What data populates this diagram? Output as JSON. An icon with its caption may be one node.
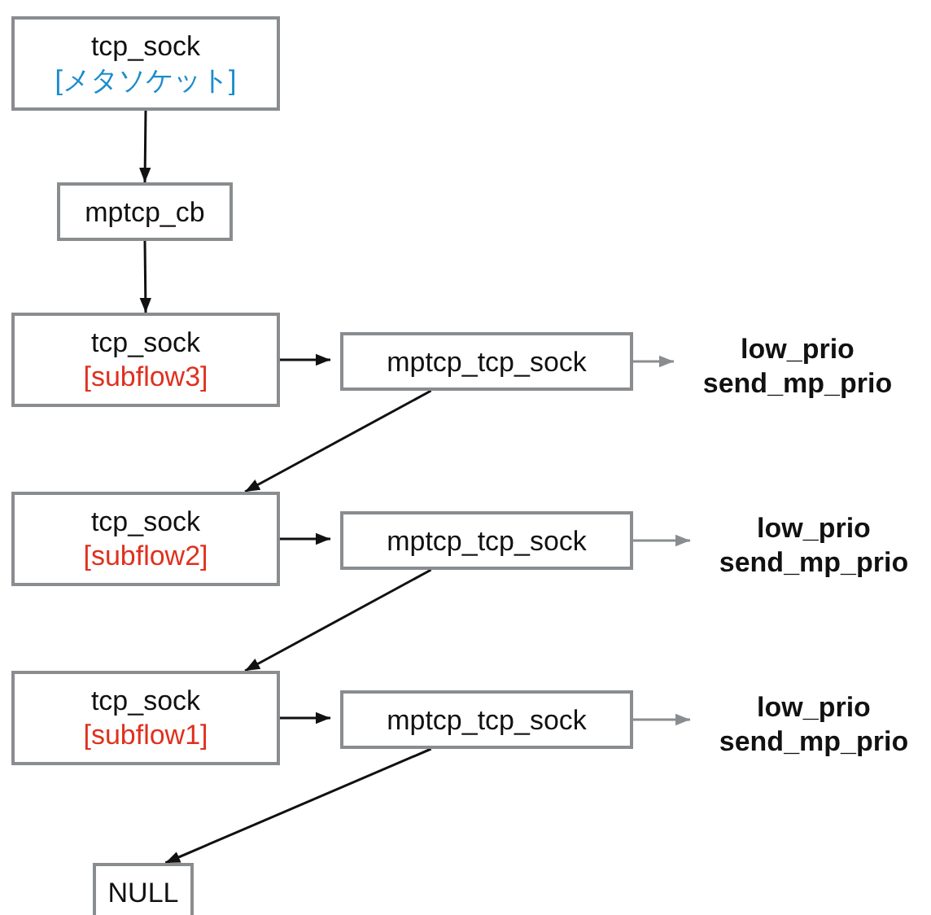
{
  "diagram": {
    "nodes": [
      {
        "text": [
          "tcp_sock",
          "[メタソケット]"
        ]
      },
      {
        "text": [
          "mptcp_cb"
        ]
      },
      {
        "text": [
          "tcp_sock",
          "[subflow3]"
        ]
      },
      {
        "text": [
          "mptcp_tcp_sock"
        ]
      },
      {
        "text": [
          "low_prio",
          "send_mp_prio"
        ]
      },
      {
        "text": [
          "tcp_sock",
          "[subflow2]"
        ]
      },
      {
        "text": [
          "mptcp_tcp_sock"
        ]
      },
      {
        "text": [
          "low_prio",
          "send_mp_prio"
        ]
      },
      {
        "text": [
          "tcp_sock",
          "[subflow1]"
        ]
      },
      {
        "text": [
          "mptcp_tcp_sock"
        ]
      },
      {
        "text": [
          "low_prio",
          "send_mp_prio"
        ]
      },
      {
        "text": [
          "NULL"
        ]
      }
    ],
    "edges": [
      {
        "from": 0,
        "to": 1,
        "arrow": "to"
      },
      {
        "from": 1,
        "to": 2,
        "arrow": "to"
      },
      {
        "from": 2,
        "to": 3,
        "arrow": "to"
      },
      {
        "from": 3,
        "to": 4,
        "arrow": "to",
        "color": "#8a8d90"
      },
      {
        "from": 3,
        "to": 5,
        "arrow": "to"
      },
      {
        "from": 5,
        "to": 6,
        "arrow": "to"
      },
      {
        "from": 6,
        "to": 7,
        "arrow": "to",
        "color": "#8a8d90"
      },
      {
        "from": 6,
        "to": 8,
        "arrow": "to"
      },
      {
        "from": 8,
        "to": 9,
        "arrow": "to"
      },
      {
        "from": 9,
        "to": 10,
        "arrow": "to",
        "color": "#8a8d90"
      },
      {
        "from": 9,
        "to": 11,
        "arrow": "to"
      }
    ]
  }
}
